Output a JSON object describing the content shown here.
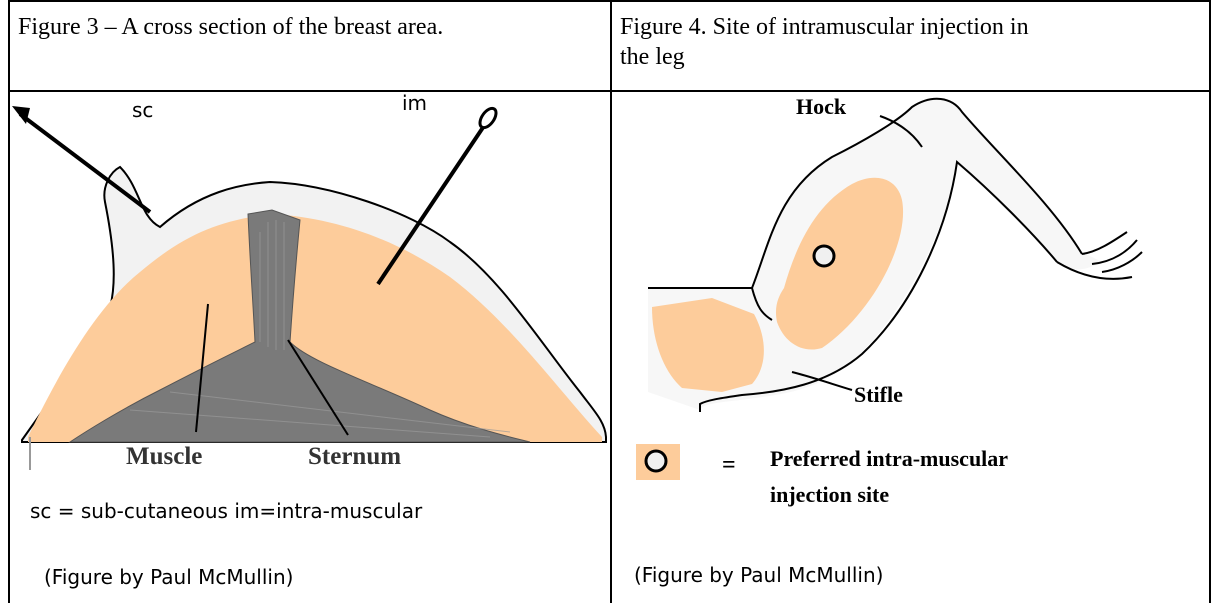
{
  "table": {
    "left_caption": "Figure 3 – A cross section of the breast area.",
    "right_caption_line1": "Figure 4. Site of intramuscular injection in",
    "right_caption_line2": "the  leg"
  },
  "figure3": {
    "label_sc": "sc",
    "label_im": "im",
    "label_muscle": "Muscle",
    "label_sternum": "Sternum",
    "legend": "sc = sub-cutaneous im=intra-muscular",
    "credit": "(Figure by Paul McMullin)"
  },
  "figure4": {
    "label_hock": "Hock",
    "label_stifle": "Stifle",
    "legend_equals": "=",
    "legend_line1": "Preferred intra-muscular",
    "legend_line2": "injection site",
    "credit": "(Figure by Paul McMullin)"
  },
  "colors": {
    "muscle": "#fdcc9b",
    "skin": "#f2f2f2",
    "sternum": "#7a7a7a",
    "outline": "#000000"
  }
}
